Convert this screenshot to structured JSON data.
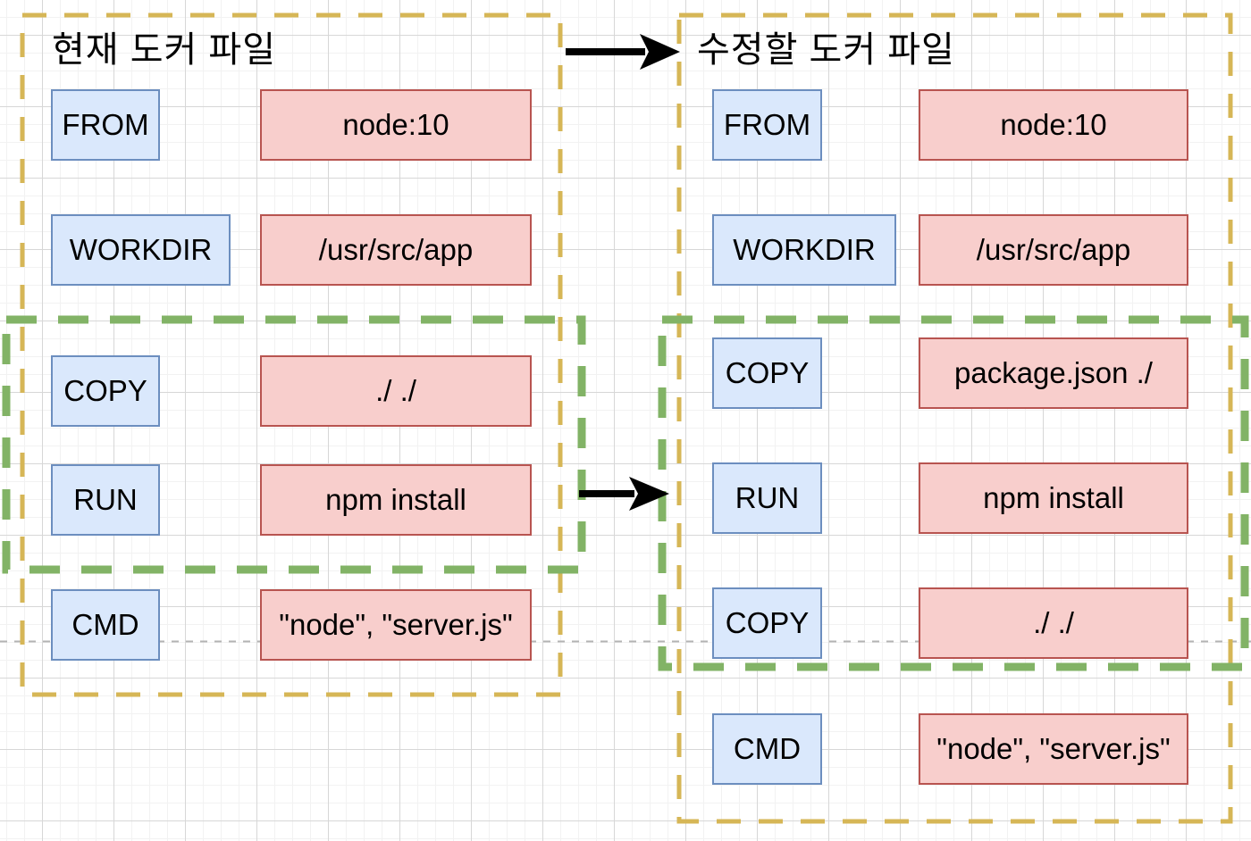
{
  "left": {
    "title": "현재 도커 파일",
    "rows": [
      {
        "key": "FROM",
        "value": "node:10"
      },
      {
        "key": "WORKDIR",
        "value": "/usr/src/app"
      },
      {
        "key": "COPY",
        "value": "./ ./"
      },
      {
        "key": "RUN",
        "value": "npm install"
      },
      {
        "key": "CMD",
        "value": "\"node\", \"server.js\""
      }
    ]
  },
  "right": {
    "title": "수정할 도커 파일",
    "rows": [
      {
        "key": "FROM",
        "value": "node:10"
      },
      {
        "key": "WORKDIR",
        "value": "/usr/src/app"
      },
      {
        "key": "COPY",
        "value": "package.json ./"
      },
      {
        "key": "RUN",
        "value": "npm install"
      },
      {
        "key": "COPY",
        "value": "./ ./"
      },
      {
        "key": "CMD",
        "value": "\"node\", \"server.js\""
      }
    ]
  },
  "colors": {
    "instruction_fill": "#dae8fc",
    "instruction_stroke": "#6c8ebf",
    "argument_fill": "#f8cecc",
    "argument_stroke": "#b85450",
    "dockerfile_boundary": "#d6b656",
    "cache_group_boundary": "#82b366",
    "arrow": "#000000",
    "page_separator": "#b3b3b3"
  }
}
